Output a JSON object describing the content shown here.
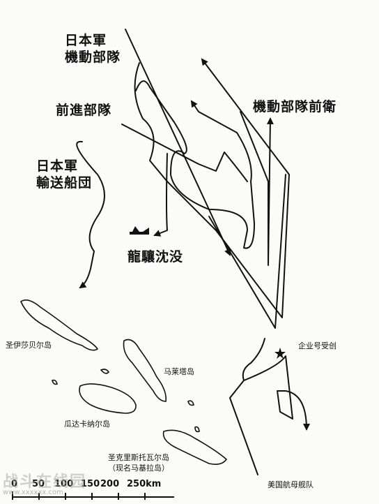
{
  "labels": {
    "jp_carrier_force": "日本軍\n機動部隊",
    "advance_force": "前進部隊",
    "jp_transport": "日本軍\n輸送船団",
    "vanguard": "機動部隊前衛",
    "ryujo_sunk": "龍驤沈没",
    "santa_isabel": "圣伊莎贝尔岛",
    "malaita": "马莱塔岛",
    "guadalcanal": "瓜达卡纳尔岛",
    "san_cristobal": "圣克里斯托瓦尔岛\n（现名马基拉岛）",
    "enterprise_damaged": "企业号受创",
    "us_carrier_force": "美国航母舰队"
  },
  "scale": {
    "ticks": [
      "0",
      "50",
      "100",
      "150",
      "200",
      "250km"
    ]
  },
  "watermark": {
    "text": "战斗在线园",
    "url": "www.xxxxxx.com"
  },
  "colors": {
    "ink": "#111111",
    "paper": "#fbfbf9"
  }
}
